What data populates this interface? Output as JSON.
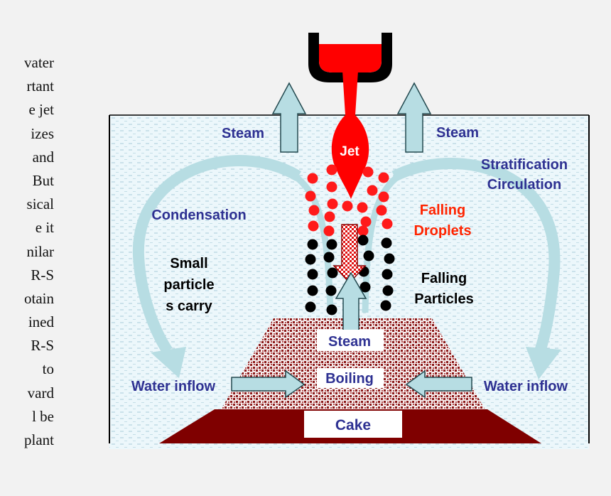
{
  "side_text": [
    "vater",
    "rtant",
    "e jet",
    "izes",
    "and",
    "But",
    "sical",
    "e it",
    "nilar",
    "R-S",
    "otain",
    "ined",
    "R-S",
    "to",
    "vard",
    "l be",
    "plant"
  ],
  "labels": {
    "jet": "Jet",
    "steam_left": "Steam",
    "steam_right": "Steam",
    "stratification": "Stratification",
    "circulation": "Circulation",
    "condensation": "Condensation",
    "falling_droplets_1": "Falling",
    "falling_droplets_2": "Droplets",
    "small_particles_1": "Small",
    "small_particles_2": "particle",
    "small_particles_3": "s carry",
    "falling_particles_1": "Falling",
    "falling_particles_2": "Particles",
    "steam_center": "Steam",
    "boiling": "Boiling",
    "water_inflow_left": "Water inflow",
    "water_inflow_right": "Water inflow",
    "cake": "Cake"
  },
  "colors": {
    "label_blue": "#2e3192",
    "label_red": "#ff2400",
    "label_black": "#000000",
    "jet_red": "#ff0000",
    "arrow_fill": "#b7dde3",
    "arrow_stroke": "#23494f",
    "cake": "#7f0000",
    "debris": "#8b1a1a"
  }
}
